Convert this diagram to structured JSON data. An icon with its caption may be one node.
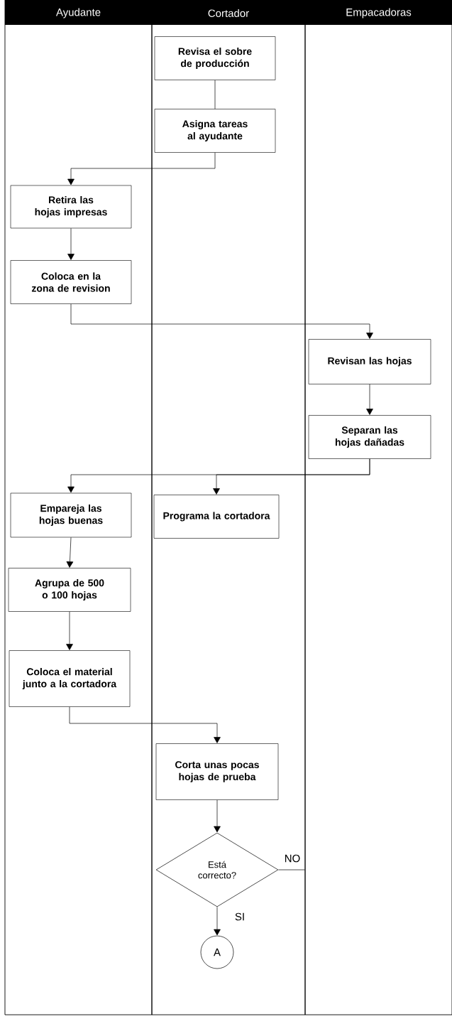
{
  "diagram": {
    "nodes": [
      {
        "text": [
          "Ayudante"
        ]
      },
      {
        "text": [
          "Cortador"
        ]
      },
      {
        "text": [
          "Empacadoras"
        ]
      },
      {
        "text": [
          "Revisa el sobre de producción"
        ],
        "in": 1
      },
      {
        "text": [
          "Asigna tareas al ayudante"
        ],
        "in": 1
      },
      {
        "text": [
          "Retira las hojas impresas"
        ],
        "in": 0
      },
      {
        "text": [
          "Coloca en la zona de revision"
        ],
        "in": 0
      },
      {
        "text": [
          "Revisan las hojas"
        ],
        "in": 2
      },
      {
        "text": [
          "Separan las hojas dañadas"
        ],
        "in": 2
      },
      {
        "text": [
          "Empareja las hojas buenas"
        ],
        "in": 0
      },
      {
        "text": [
          "Programa la cortadora"
        ],
        "in": 1
      },
      {
        "text": [
          "Agrupa de 500 o 100 hojas"
        ],
        "in": 0
      },
      {
        "text": [
          "Coloca el material junto a la cortadora"
        ],
        "in": 0
      },
      {
        "text": [
          "Corta unas pocas hojas de prueba"
        ],
        "in": 1
      },
      {
        "text": [
          "Está correcto?"
        ],
        "in": 1
      },
      {
        "text": [
          "A"
        ],
        "in": 1
      }
    ],
    "edges": [
      {
        "from": 3,
        "to": 4,
        "arrow": "none"
      },
      {
        "from": 4,
        "to": 5,
        "arrow": "to"
      },
      {
        "from": 5,
        "to": 6,
        "arrow": "to"
      },
      {
        "from": 6,
        "to": 7,
        "arrow": "to"
      },
      {
        "from": 7,
        "to": 8,
        "arrow": "to"
      },
      {
        "from": 8,
        "to": 9,
        "arrow": "to"
      },
      {
        "from": 8,
        "to": 10,
        "arrow": "to"
      },
      {
        "from": 9,
        "to": 11,
        "arrow": "to"
      },
      {
        "from": 11,
        "to": 12,
        "arrow": "to"
      },
      {
        "from": 12,
        "to": 13,
        "arrow": "to"
      },
      {
        "from": 13,
        "to": 14,
        "arrow": "to"
      },
      {
        "from": 14,
        "to": 15,
        "arrow": "to",
        "label": "SI"
      },
      {
        "from": 14,
        "to": 2,
        "arrow": "none",
        "label": "NO"
      }
    ]
  }
}
